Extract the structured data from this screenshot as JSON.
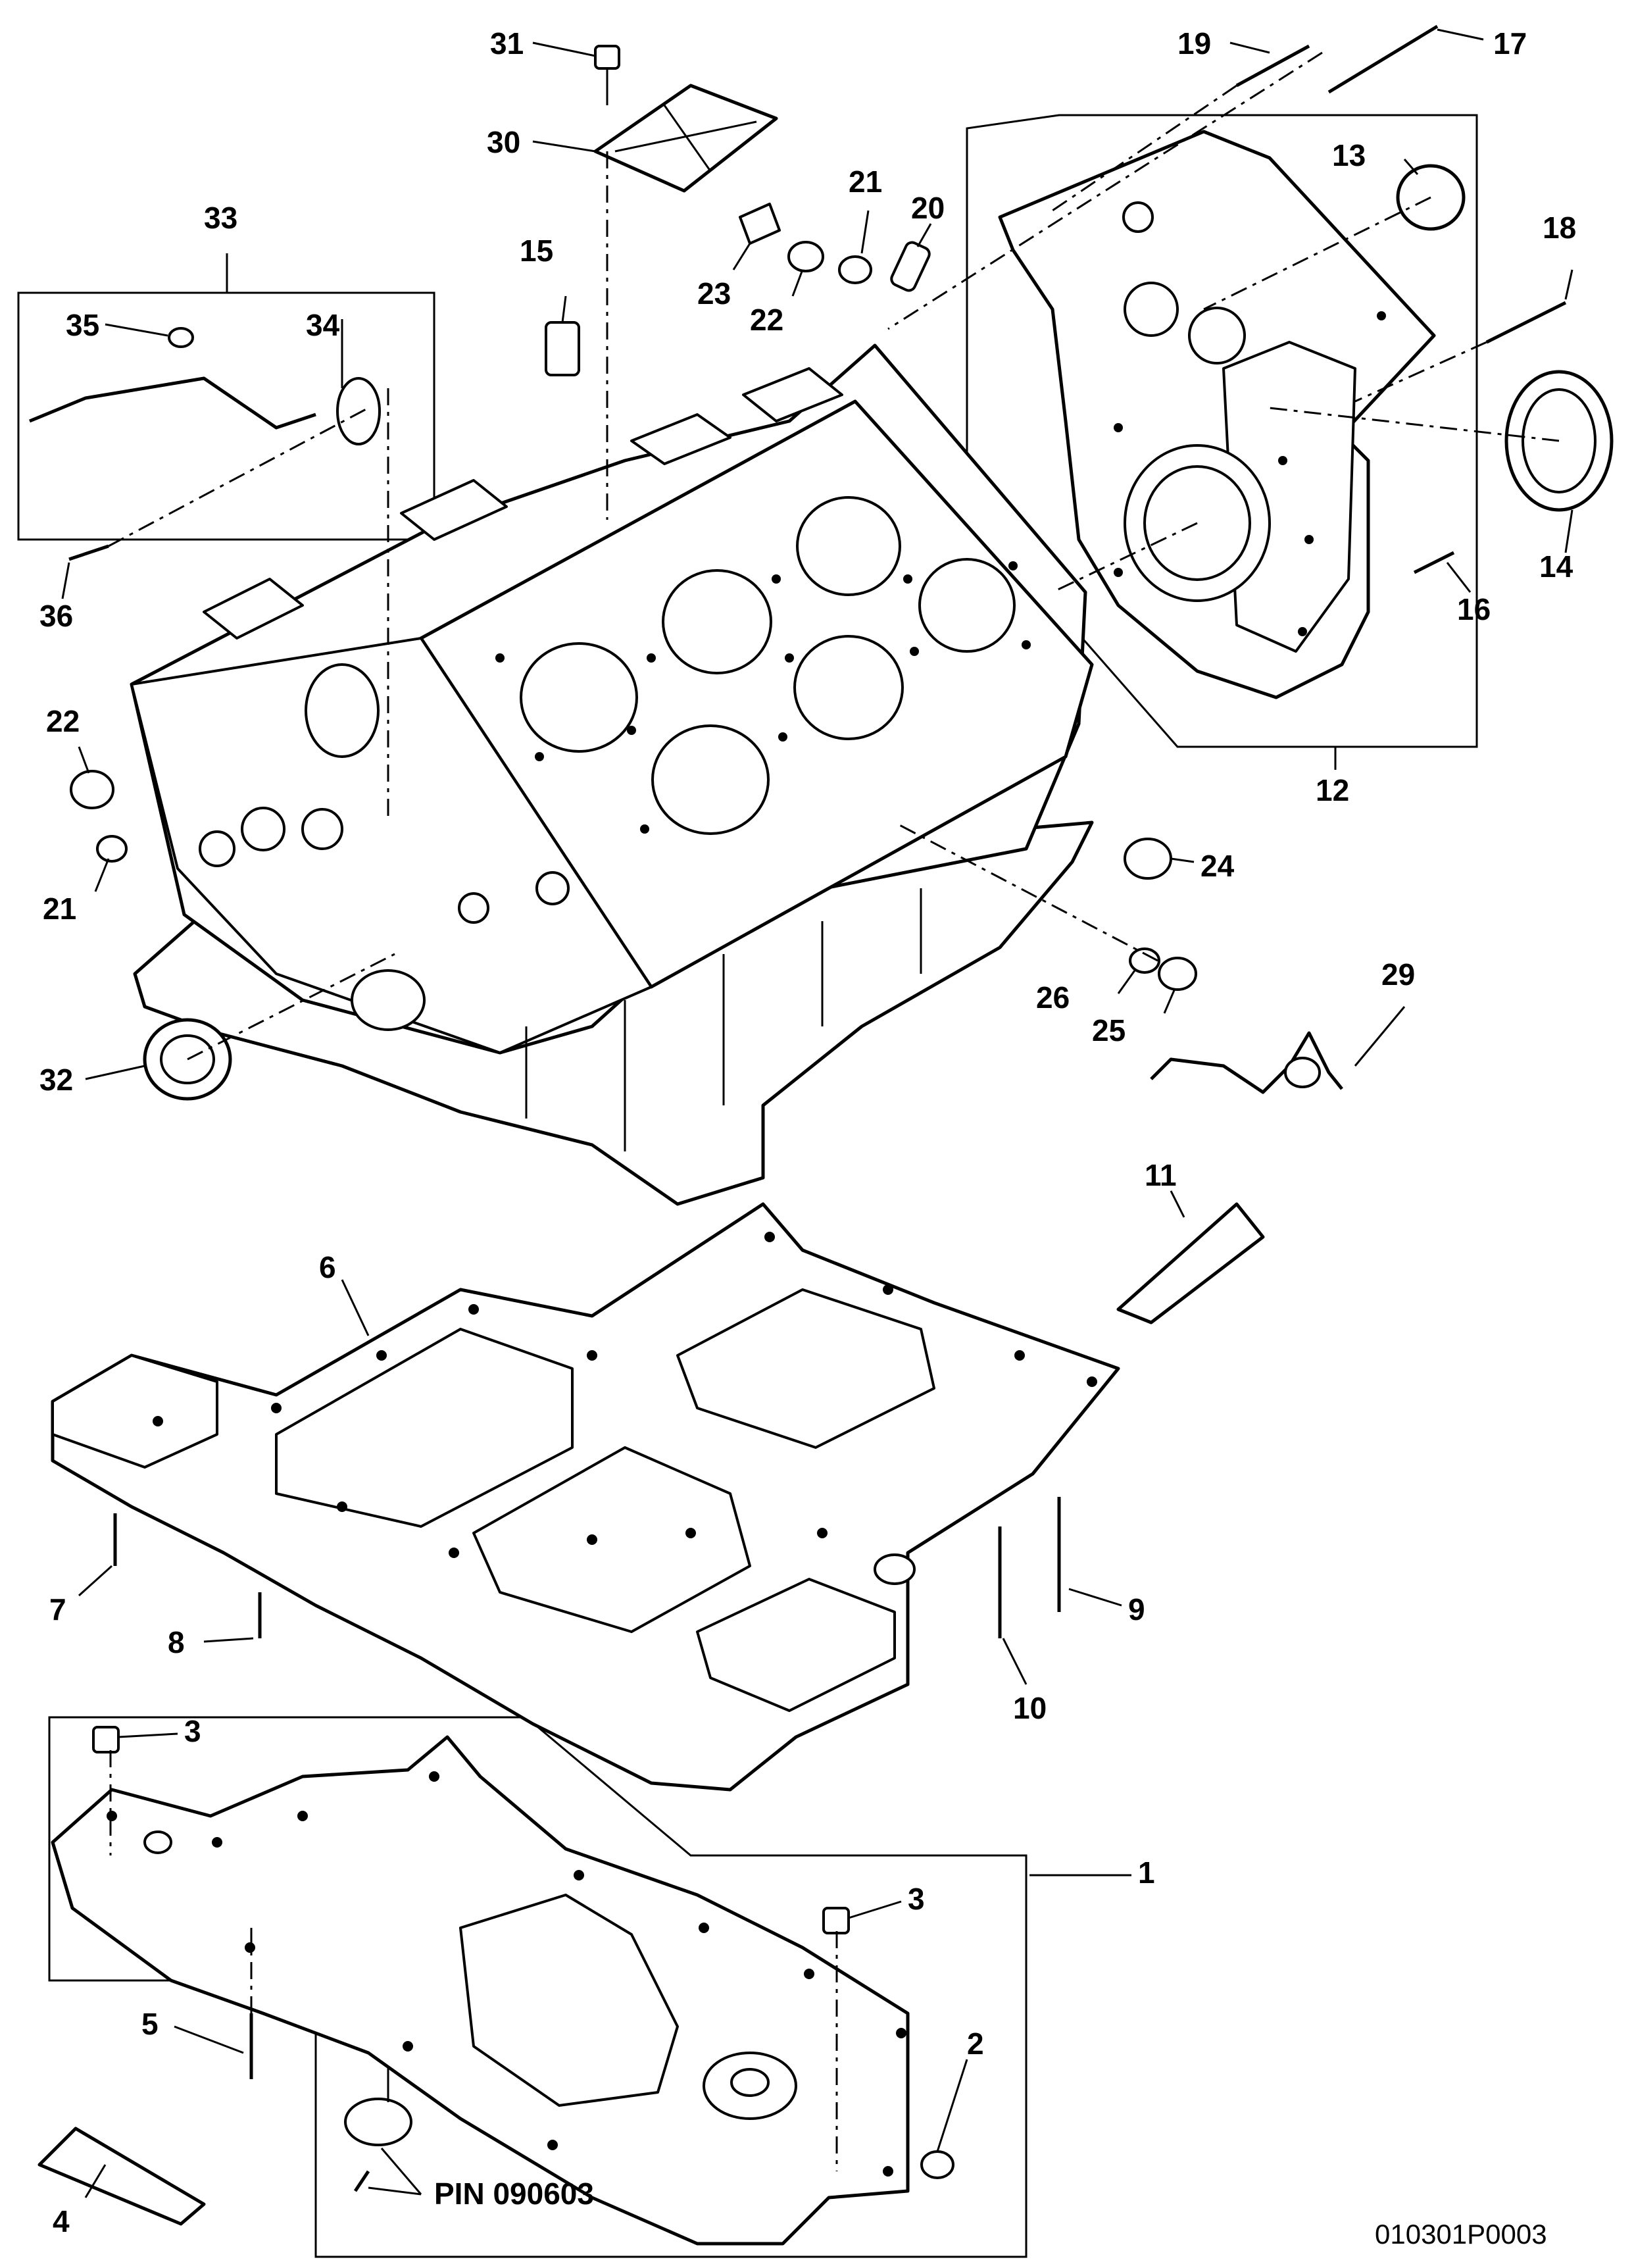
{
  "drawing_code": "010301P0003",
  "pin_note": "PIN 090603",
  "callouts": [
    {
      "id": "c1",
      "text": "1"
    },
    {
      "id": "c2",
      "text": "2"
    },
    {
      "id": "c3a",
      "text": "3"
    },
    {
      "id": "c3b",
      "text": "3"
    },
    {
      "id": "c4",
      "text": "4"
    },
    {
      "id": "c5",
      "text": "5"
    },
    {
      "id": "c6",
      "text": "6"
    },
    {
      "id": "c7",
      "text": "7"
    },
    {
      "id": "c8",
      "text": "8"
    },
    {
      "id": "c9",
      "text": "9"
    },
    {
      "id": "c10",
      "text": "10"
    },
    {
      "id": "c11",
      "text": "11"
    },
    {
      "id": "c12",
      "text": "12"
    },
    {
      "id": "c13",
      "text": "13"
    },
    {
      "id": "c14",
      "text": "14"
    },
    {
      "id": "c15",
      "text": "15"
    },
    {
      "id": "c16",
      "text": "16"
    },
    {
      "id": "c17",
      "text": "17"
    },
    {
      "id": "c18",
      "text": "18"
    },
    {
      "id": "c19",
      "text": "19"
    },
    {
      "id": "c20",
      "text": "20"
    },
    {
      "id": "c21a",
      "text": "21"
    },
    {
      "id": "c21b",
      "text": "21"
    },
    {
      "id": "c22a",
      "text": "22"
    },
    {
      "id": "c22b",
      "text": "22"
    },
    {
      "id": "c23",
      "text": "23"
    },
    {
      "id": "c24",
      "text": "24"
    },
    {
      "id": "c25",
      "text": "25"
    },
    {
      "id": "c26",
      "text": "26"
    },
    {
      "id": "c29",
      "text": "29"
    },
    {
      "id": "c30",
      "text": "30"
    },
    {
      "id": "c31",
      "text": "31"
    },
    {
      "id": "c32",
      "text": "32"
    },
    {
      "id": "c33",
      "text": "33"
    },
    {
      "id": "c34",
      "text": "34"
    },
    {
      "id": "c35",
      "text": "35"
    },
    {
      "id": "c36",
      "text": "36"
    }
  ]
}
